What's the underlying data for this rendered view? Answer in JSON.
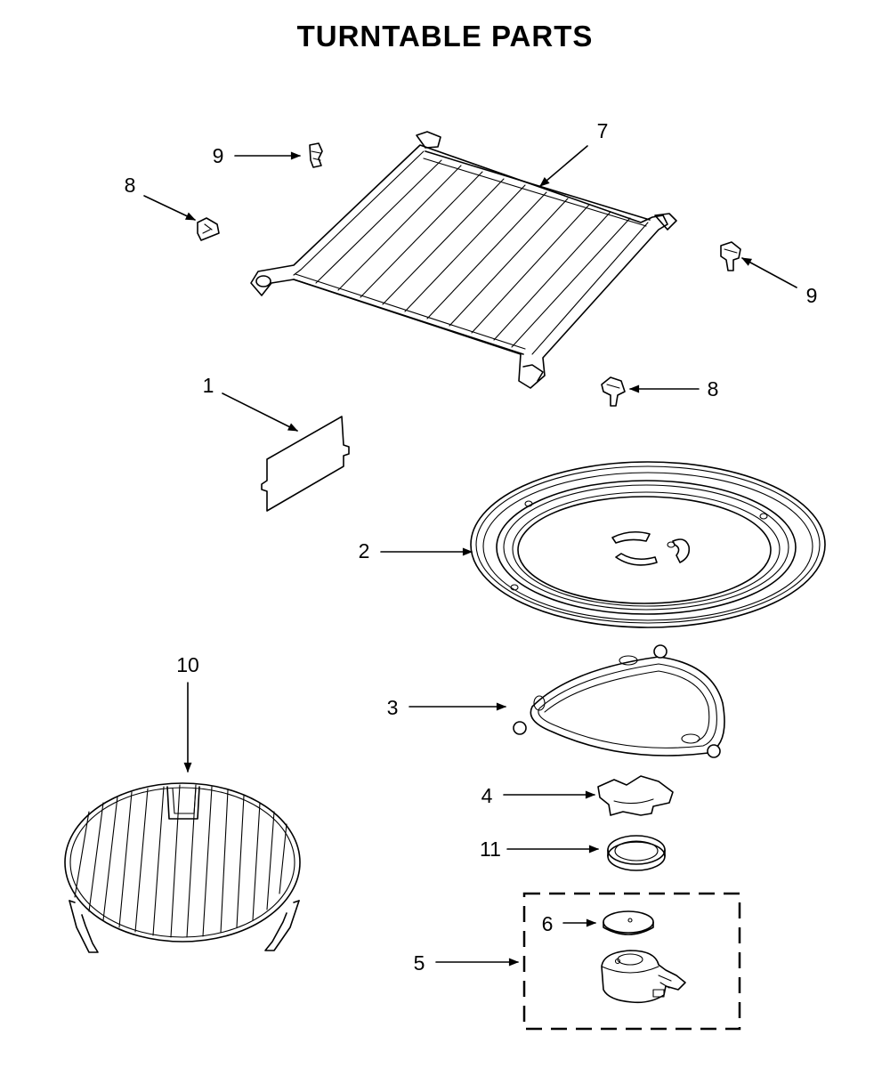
{
  "title": "TURNTABLE PARTS",
  "callouts": [
    {
      "id": "c1",
      "label": "1"
    },
    {
      "id": "c2",
      "label": "2"
    },
    {
      "id": "c3",
      "label": "3"
    },
    {
      "id": "c4",
      "label": "4"
    },
    {
      "id": "c5",
      "label": "5"
    },
    {
      "id": "c6",
      "label": "6"
    },
    {
      "id": "c7",
      "label": "7"
    },
    {
      "id": "c8a",
      "label": "8"
    },
    {
      "id": "c8b",
      "label": "8"
    },
    {
      "id": "c9a",
      "label": "9"
    },
    {
      "id": "c9b",
      "label": "9"
    },
    {
      "id": "c10",
      "label": "10"
    },
    {
      "id": "c11",
      "label": "11"
    }
  ]
}
